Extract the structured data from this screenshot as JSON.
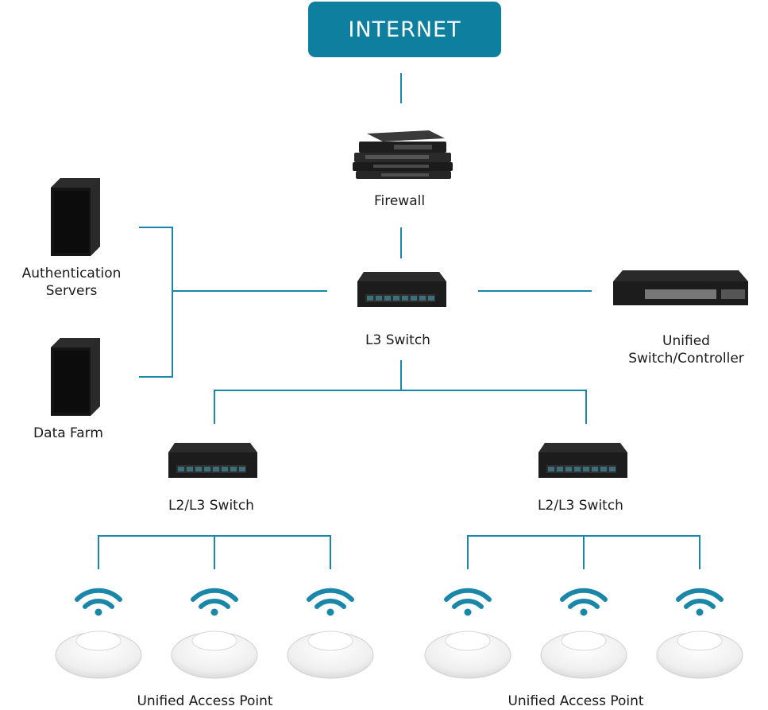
{
  "diagram": {
    "internet": "INTERNET",
    "firewall": "Firewall",
    "l3_switch": "L3 Switch",
    "auth_servers": [
      "Authentication",
      "Servers"
    ],
    "data_farm": "Data Farm",
    "unified_controller": [
      "Unified",
      "Switch/Controller"
    ],
    "l2_switch_left": "L2/L3 Switch",
    "l2_switch_right": "L2/L3 Switch",
    "uap_left": "Unified Access Point",
    "uap_right": "Unified Access Point"
  },
  "colors": {
    "accent": "#0f7f9f",
    "line": "#1a86a8",
    "device_dark": "#1d1d1d",
    "ap_white": "#f2f2f2"
  }
}
